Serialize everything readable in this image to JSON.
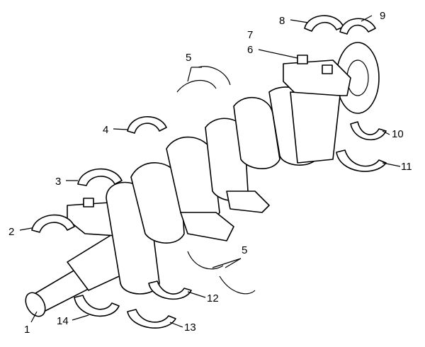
{
  "diagram": {
    "callouts": [
      {
        "id": "c1",
        "label": "1"
      },
      {
        "id": "c2",
        "label": "2"
      },
      {
        "id": "c3",
        "label": "3"
      },
      {
        "id": "c4",
        "label": "4"
      },
      {
        "id": "c5a",
        "label": "5"
      },
      {
        "id": "c5b",
        "label": "5"
      },
      {
        "id": "c6",
        "label": "6"
      },
      {
        "id": "c7",
        "label": "7"
      },
      {
        "id": "c8",
        "label": "8"
      },
      {
        "id": "c9",
        "label": "9"
      },
      {
        "id": "c10",
        "label": "10"
      },
      {
        "id": "c11",
        "label": "11"
      },
      {
        "id": "c12",
        "label": "12"
      },
      {
        "id": "c13",
        "label": "13"
      },
      {
        "id": "c14",
        "label": "14"
      }
    ]
  }
}
